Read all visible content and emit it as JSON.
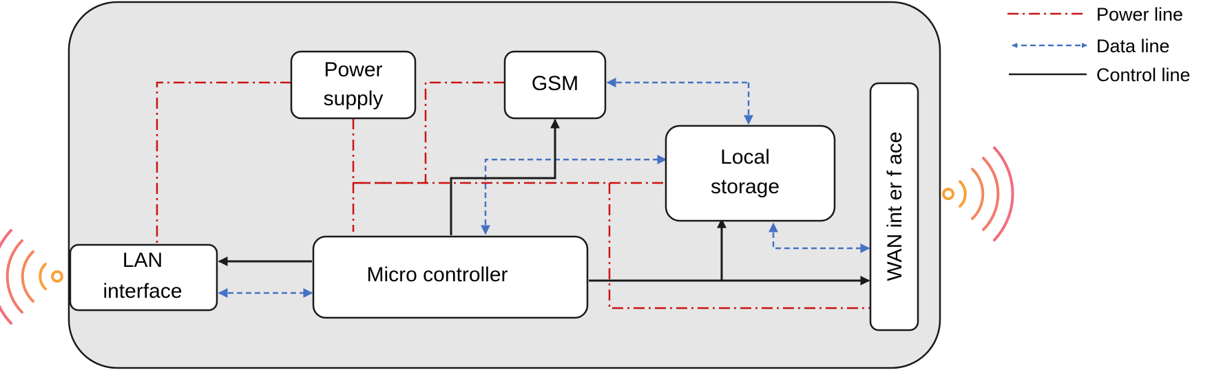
{
  "colors": {
    "power": "#cc1111",
    "data": "#4472c4",
    "control": "#1a1a1a",
    "panel": "#e6e6e6",
    "box": "#ffffff",
    "signal_inner": "#f7a13a",
    "signal_outer": "#f26d7d"
  },
  "blocks": {
    "power_supply": [
      "Power",
      "supply"
    ],
    "gsm": "GSM",
    "local_storage": [
      "Local",
      "storage"
    ],
    "lan_interface": [
      "LAN",
      "interface"
    ],
    "micro_controller": "Micro controller",
    "wan_interface": "WAN int er f ace"
  },
  "legend": {
    "power_line": "Power line",
    "data_line": "Data line",
    "control_line": "Control line"
  },
  "icons": {
    "left": "wireless-signal-icon",
    "right": "wireless-signal-icon"
  }
}
